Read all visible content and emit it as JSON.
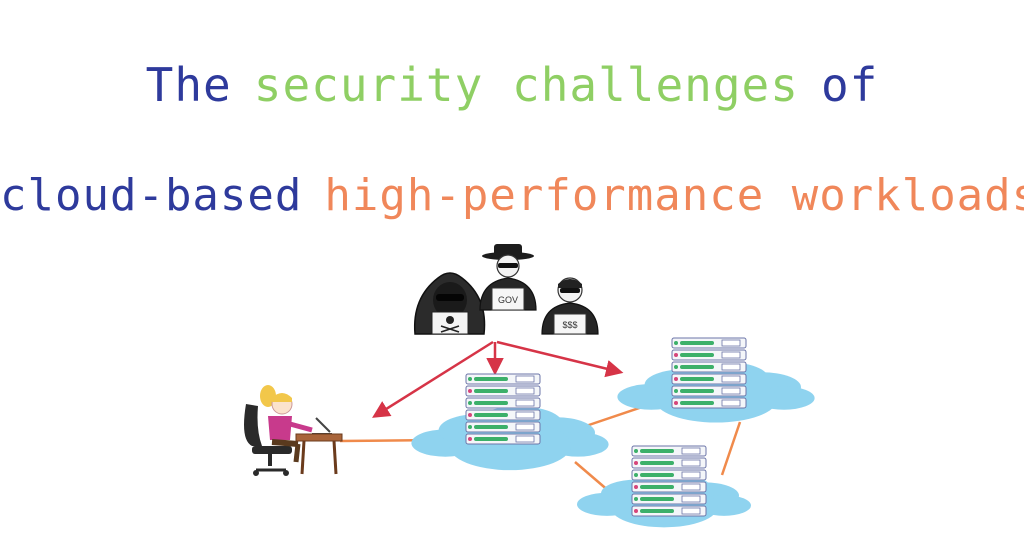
{
  "title": {
    "line1": {
      "part1": "The",
      "part2": "security challenges",
      "part3": "of"
    },
    "line2": {
      "part1": "cloud-based",
      "part2": "high-performance workloads"
    }
  },
  "labels": {
    "gov": "GOV",
    "money": "$$$"
  },
  "colors": {
    "title_blue": "#2e3a9c",
    "title_green": "#8fcf64",
    "title_orange": "#f0875a",
    "cloud": "#8fd3ef",
    "threat_arrow": "#d63447",
    "link": "#f08a4b"
  }
}
